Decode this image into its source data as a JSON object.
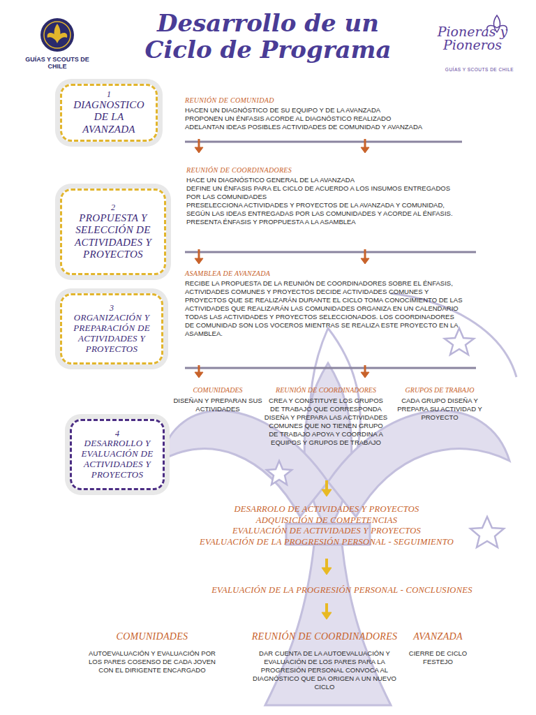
{
  "diagram": {
    "title": "Desarrollo de un Ciclo de Programa",
    "nodes": [
      {
        "text": [
          "1",
          "DIAGNOSTICO DE LA AVANZADA"
        ]
      },
      {
        "text": [
          "2",
          "PROPUESTA Y SELECCIÓN DE ACTIVIDADES Y PROYECTOS"
        ]
      },
      {
        "text": [
          "3",
          "ORGANIZACIÓN Y PREPARACIÓN DE ACTIVIDADES Y PROYECTOS"
        ]
      },
      {
        "text": [
          "4",
          "DESARROLLO Y EVALUACIÓN DE ACTIVIDADES Y PROYECTOS"
        ]
      }
    ],
    "labels": [
      "GUÍAS Y SCOUTS DE CHILE",
      "Pioneras y Pioneros",
      "GUÍAS Y SCOUTS DE CHILE",
      "REUNIÓN DE COMUNIDAD",
      "HACEN UN DIAGNÓSTICO DE SU EQUIPO Y DE LA AVANZADA",
      "PROPONEN UN ÉNFASIS ACORDE AL DIAGNÓSTICO REALIZADO",
      "ADELANTAN IDEAS POSIBLES ACTIVIDADES DE COMUNIDAD Y AVANZADA",
      "REUNIÓN DE COORDINADORES",
      "HACE UN DIAGNÓSTICO GENERAL DE LA AVANZADA",
      "DEFINE UN ÉNFASIS PARA EL CICLO DE ACUERDO A LOS INSUMOS ENTREGADOS POR LAS COMUNIDADES",
      "PRESELECCIONA ACTIVIDADES Y PROYECTOS DE LA AVANZADA Y COMUNIDAD, SEGÚN LAS IDEAS ENTREGADAS POR LAS COMUNIDADES Y ACORDE AL ÉNFASIS. PRESENTA ÉNFASIS Y PROPPUESTA A LA ASAMBLEA",
      "ASAMBLEA DE AVANZADA",
      "RECIBE LA PROPUESTA DE LA REUNIÓN DE COORDINADORES SOBRE EL ÉNFASIS, ACTIVIDADES COMUNES Y PROYECTOS DECIDE ACTIVIDADES COMUNES Y PROYECTOS QUE SE REALIZARÁN DURANTE EL CICLO TOMA CONOCIMIENTO DE LAS ACTIVIDADES QUE REALIZARÁN LAS COMUNIDADES ORGANIZA EN UN CALENDARIO TODAS LAS ACTIVIDADES Y PROYECTOS SELECCIONADOS. LOS COORDINADORES DE COMUNIDAD SON LOS VOCEROS MIENTRAS SE REALIZA ESTE PROYECTO EN LA ASAMBLEA.",
      "COMUNIDADES",
      "DISEÑAN Y PREPARAN SUS ACTIVIDADES",
      "REUNIÓN DE COORDINADORES",
      "CREA Y CONSTITUYE LOS GRUPOS DE TRABAJO QUE CORRESPONDA DISEÑA Y PREPARA LAS ACTIVIDADES COMUNES QUE NO TIENEN GRUPO DE TRABAJO APOYA Y COORDINA A EQUIPOS Y GRUPOS DE TRABAJO",
      "GRUPOS DE TRABAJO",
      "CADA GRUPO DISEÑA Y PREPARA SU ACTIVIDAD Y PROYECTO",
      "DESARROLO DE ACTIVIDADES Y PROYECTOS",
      "ADQUISICIÓN DE COMPETENCIAS",
      "EVALUACIÓN DE ACTIVIDADES Y PROYECTOS",
      "EVALUACIÓN DE LA PROGRESIÓN PERSONAL - SEGUIMIENTO",
      "EVALUACIÓN DE LA PROGRESIÓN PERSONAL - CONCLUSIONES",
      "COMUNIDADES",
      "AUTOEVALUACIÓN Y EVALUACIÓN POR LOS PARES COSENSO DE CADA JOVEN CON EL DIRIGENTE ENCARGADO",
      "REUNIÓN DE COORDINADORES",
      "DAR CUENTA DE LA AUTOEVALUACIÓN Y EVALUACIÓN DE LOS PARES PARA LA PROGRESIÓN PERSONAL CONVOCA AL DIAGNÓSTICO QUE DA ORIGEN A UN NUEVO CICLO",
      "AVANZADA",
      "CIERRE DE CICLO FESTEJO"
    ]
  }
}
